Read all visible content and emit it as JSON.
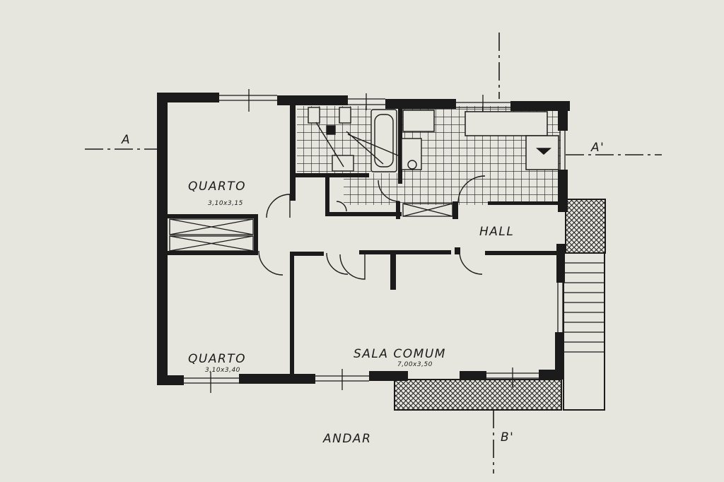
{
  "rooms": {
    "quarto_top": {
      "name": "QUARTO",
      "dims": "3,10x3,15"
    },
    "quarto_bottom": {
      "name": "QUARTO",
      "dims": "3,10x3,40"
    },
    "sala": {
      "name": "SALA COMUM",
      "dims": "7,00x3,50"
    },
    "hall": {
      "name": "HALL"
    }
  },
  "sections": {
    "a": "A",
    "a_prime": "A'",
    "b_prime": "B'"
  },
  "floor_label": "ANDAR",
  "colors": {
    "paper": "#e7e6de",
    "ink": "#1b1b1b"
  }
}
